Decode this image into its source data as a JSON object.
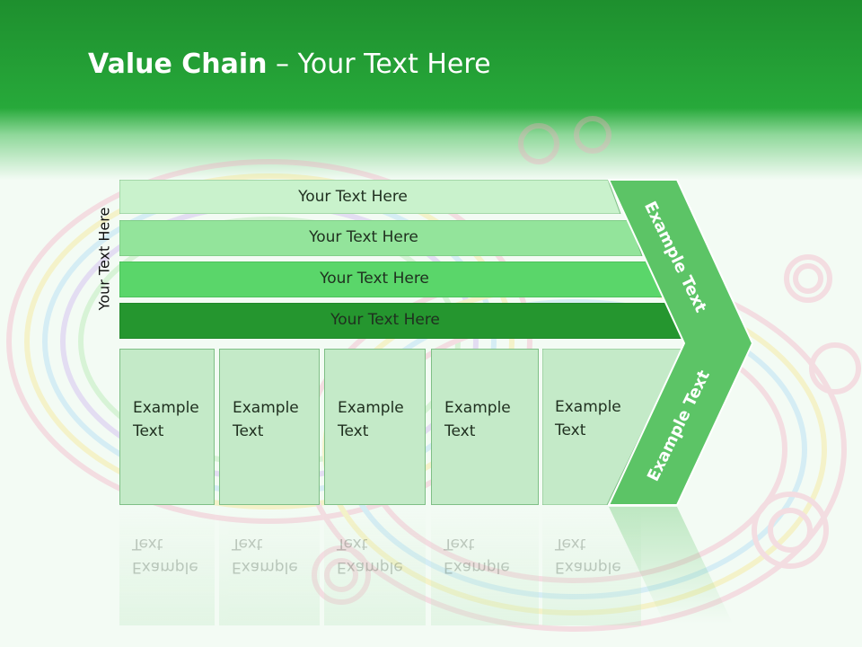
{
  "title": {
    "bold": "Value Chain",
    "rest": " – Your Text Here"
  },
  "side_label": "Your Text Here",
  "bars": [
    {
      "label": "Your Text Here",
      "color": "#c9f2cc"
    },
    {
      "label": "Your Text Here",
      "color": "#93e49b"
    },
    {
      "label": "Your Text Here",
      "color": "#5ad66a"
    },
    {
      "label": "Your Text Here",
      "color": "#25962f"
    }
  ],
  "boxes": [
    {
      "label": "Example\nText"
    },
    {
      "label": "Example\nText"
    },
    {
      "label": "Example\nText"
    },
    {
      "label": "Example\nText"
    },
    {
      "label": "Example\nText"
    }
  ],
  "chevron": {
    "upper_label": "Example Text",
    "lower_label": "Example Text",
    "color": "#5cc466"
  }
}
